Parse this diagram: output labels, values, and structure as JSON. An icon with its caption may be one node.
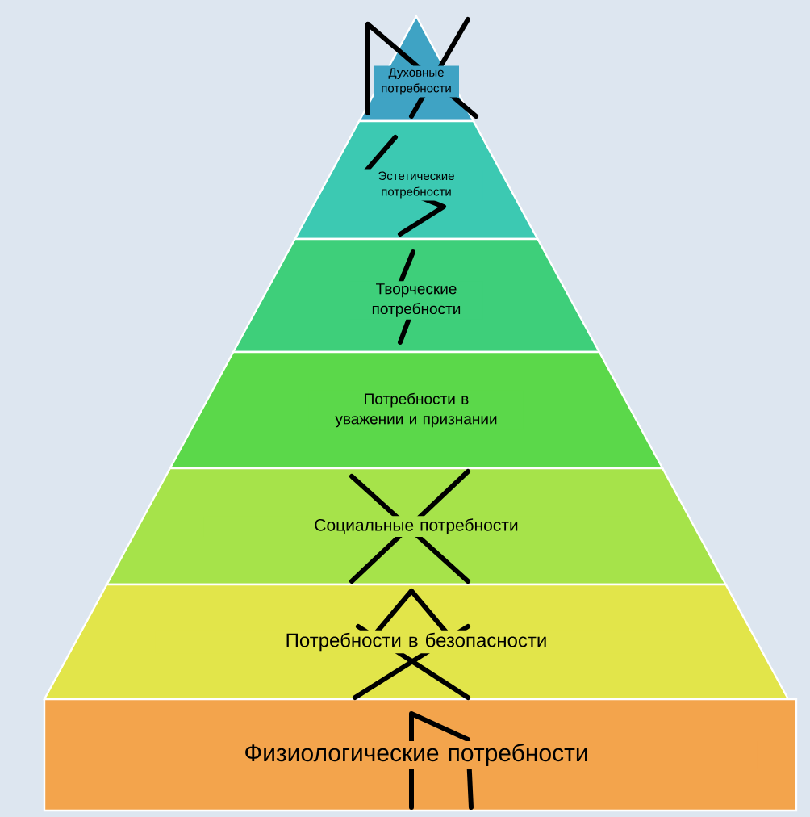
{
  "diagram": {
    "nodes": [
      {
        "text": [
          "Духовные потребности"
        ]
      },
      {
        "text": [
          "Эстетические потребности"
        ]
      },
      {
        "text": [
          "Творческие потребности"
        ]
      },
      {
        "text": [
          "Потребности в уважении и признании"
        ]
      },
      {
        "text": [
          "Социальные потребности"
        ]
      },
      {
        "text": [
          "Потребности в безопасности"
        ]
      },
      {
        "text": [
          "Физиологические потребности"
        ]
      }
    ]
  }
}
